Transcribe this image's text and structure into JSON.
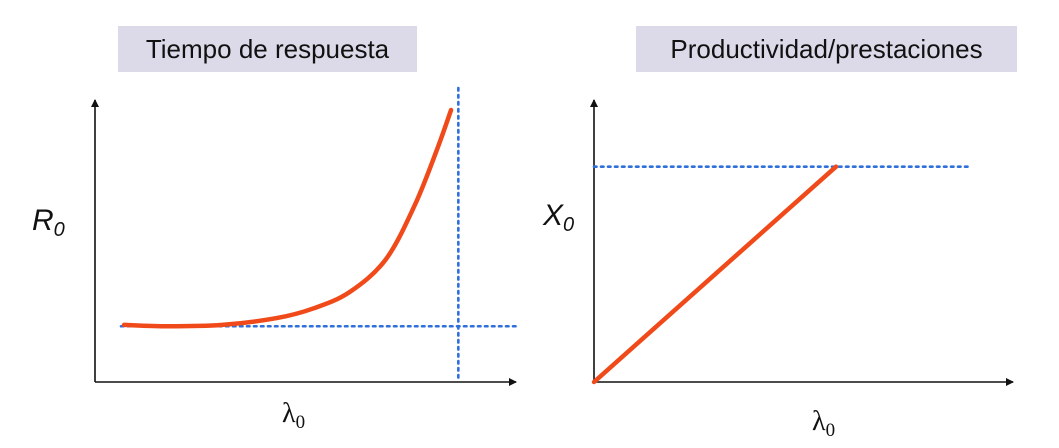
{
  "charts": {
    "left": {
      "title": "Tiempo de respuesta",
      "ylabel_main": "R",
      "ylabel_sub": "0",
      "xlabel_main": "λ",
      "xlabel_sub": "0"
    },
    "right": {
      "title": "Productividad/prestaciones",
      "ylabel_main": "X",
      "ylabel_sub": "0",
      "xlabel_main": "λ",
      "xlabel_sub": "0"
    }
  },
  "colors": {
    "curve": "#f04a1a",
    "reference": "#2f6fdc",
    "axis": "#111111",
    "title_bg": "#dcdae8"
  },
  "chart_data": [
    {
      "type": "line",
      "title": "Tiempo de respuesta",
      "xlabel": "λ0",
      "ylabel": "R0",
      "axis_ticks": "none",
      "xlim": [
        0,
        1.2
      ],
      "ylim": [
        0,
        1
      ],
      "series": [
        {
          "x": [
            0.08,
            0.2,
            0.35,
            0.5,
            0.6,
            0.7,
            0.8,
            0.88,
            0.94,
            0.98
          ],
          "y": [
            0.21,
            0.205,
            0.21,
            0.235,
            0.27,
            0.33,
            0.45,
            0.65,
            0.85,
            1.0
          ]
        }
      ],
      "reference_lines": [
        {
          "orientation": "horizontal",
          "value": 0.205,
          "style": "dotted"
        },
        {
          "orientation": "vertical",
          "value": 1.0,
          "style": "dotted"
        }
      ]
    },
    {
      "type": "line",
      "title": "Productividad/prestaciones",
      "xlabel": "λ0",
      "ylabel": "X0",
      "axis_ticks": "none",
      "xlim": [
        0,
        1.0
      ],
      "ylim": [
        0,
        1.2
      ],
      "series": [
        {
          "x": [
            0,
            0.5
          ],
          "y": [
            0,
            0.95
          ]
        }
      ],
      "reference_lines": [
        {
          "orientation": "horizontal",
          "value": 0.95,
          "style": "dotted"
        }
      ]
    }
  ]
}
